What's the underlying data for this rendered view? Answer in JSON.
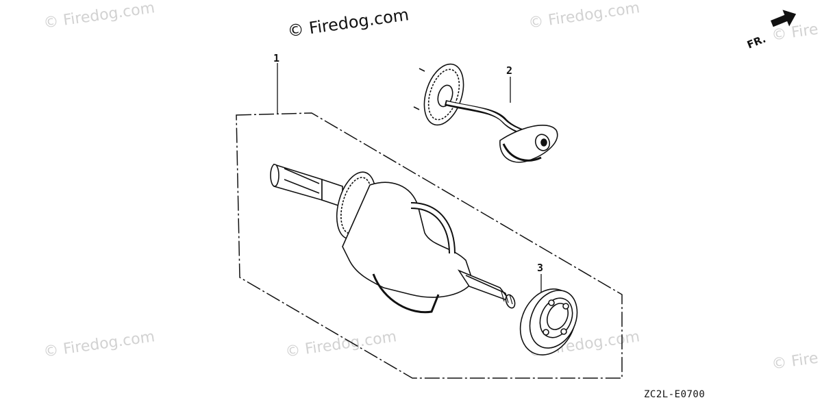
{
  "watermark": {
    "main": "© Firedog.com",
    "faint": "© Firedog.com",
    "faint_partial": "© Fire"
  },
  "callouts": {
    "part_1": "1",
    "part_2": "2",
    "part_3": "3"
  },
  "direction": {
    "label": "FR."
  },
  "diagram_code": "ZC2L-E0700",
  "colors": {
    "ink": "#111111",
    "watermark": "#d2d2d2",
    "background": "#ffffff"
  }
}
